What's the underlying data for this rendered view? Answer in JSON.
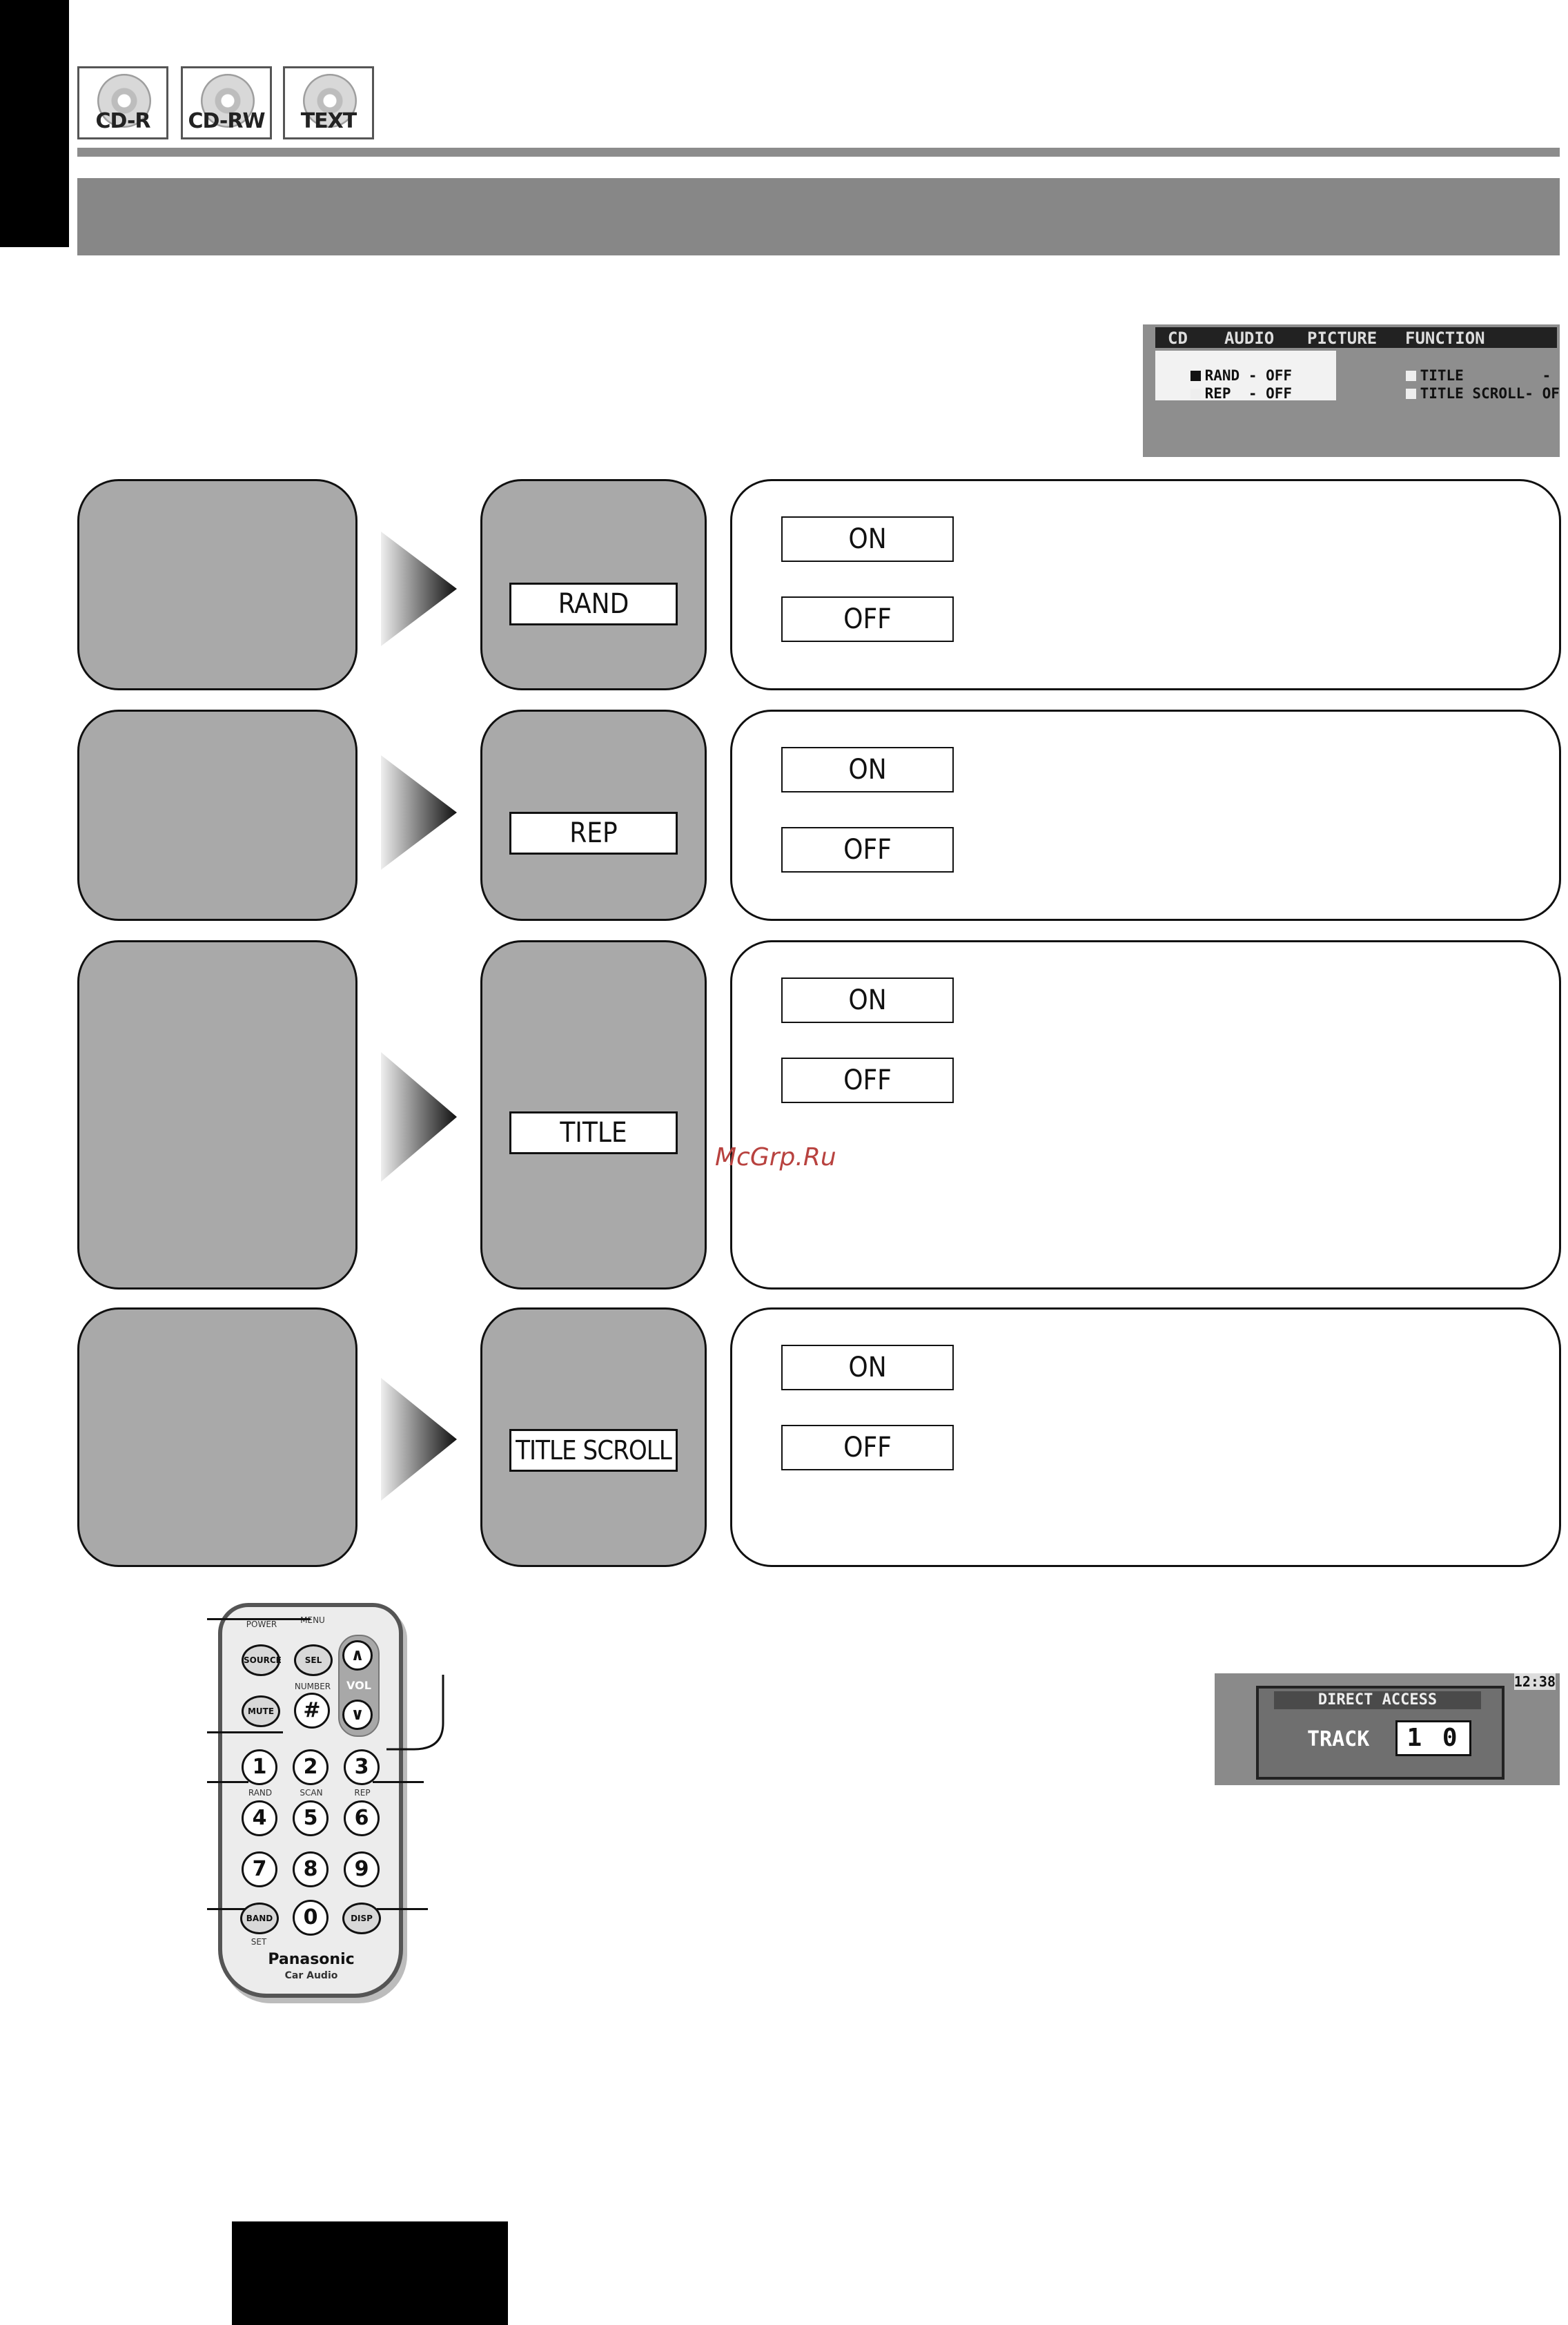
{
  "header": {
    "media_badges": [
      {
        "label": "CD-R",
        "icon": "cd-r-disc-icon"
      },
      {
        "label": "CD-RW",
        "icon": "cd-rw-disc-icon"
      },
      {
        "label": "TEXT",
        "icon": "cd-text-disc-icon"
      }
    ]
  },
  "osd_menu": {
    "tabs": [
      "CD",
      "AUDIO",
      "PICTURE",
      "FUNCTION"
    ],
    "rows": [
      {
        "label": "RAND",
        "value": "- OFF"
      },
      {
        "label": "REP",
        "value": "- OFF"
      },
      {
        "label": "TITLE",
        "value": "- OFF"
      },
      {
        "label": "TITLE SCROLL",
        "value": "- OFF"
      }
    ]
  },
  "steps": [
    {
      "item": "RAND",
      "options": [
        "ON",
        "OFF"
      ]
    },
    {
      "item": "REP",
      "options": [
        "ON",
        "OFF"
      ]
    },
    {
      "item": "TITLE",
      "options": [
        "ON",
        "OFF"
      ]
    },
    {
      "item": "TITLE SCROLL",
      "options": [
        "ON",
        "OFF"
      ]
    }
  ],
  "watermark": "McGrp.Ru",
  "remote": {
    "top_labels": {
      "power": "POWER",
      "menu": "MENU",
      "number": "NUMBER"
    },
    "buttons": {
      "source": "SOURCE",
      "sel": "SEL",
      "hash": "#",
      "mute": "MUTE",
      "vol": "VOL",
      "band": "BAND",
      "disp": "DISP",
      "zero": "0"
    },
    "numbers": [
      "1",
      "2",
      "3",
      "4",
      "5",
      "6",
      "7",
      "8",
      "9"
    ],
    "small_labels": {
      "rand": "RAND",
      "scan": "SCAN",
      "rep": "REP",
      "set": "SET"
    },
    "brand": "Panasonic",
    "sub_brand": "Car Audio"
  },
  "direct_access": {
    "title": "DIRECT ACCESS",
    "track_label": "TRACK",
    "track_value": "1 0",
    "clock": "12:38"
  }
}
